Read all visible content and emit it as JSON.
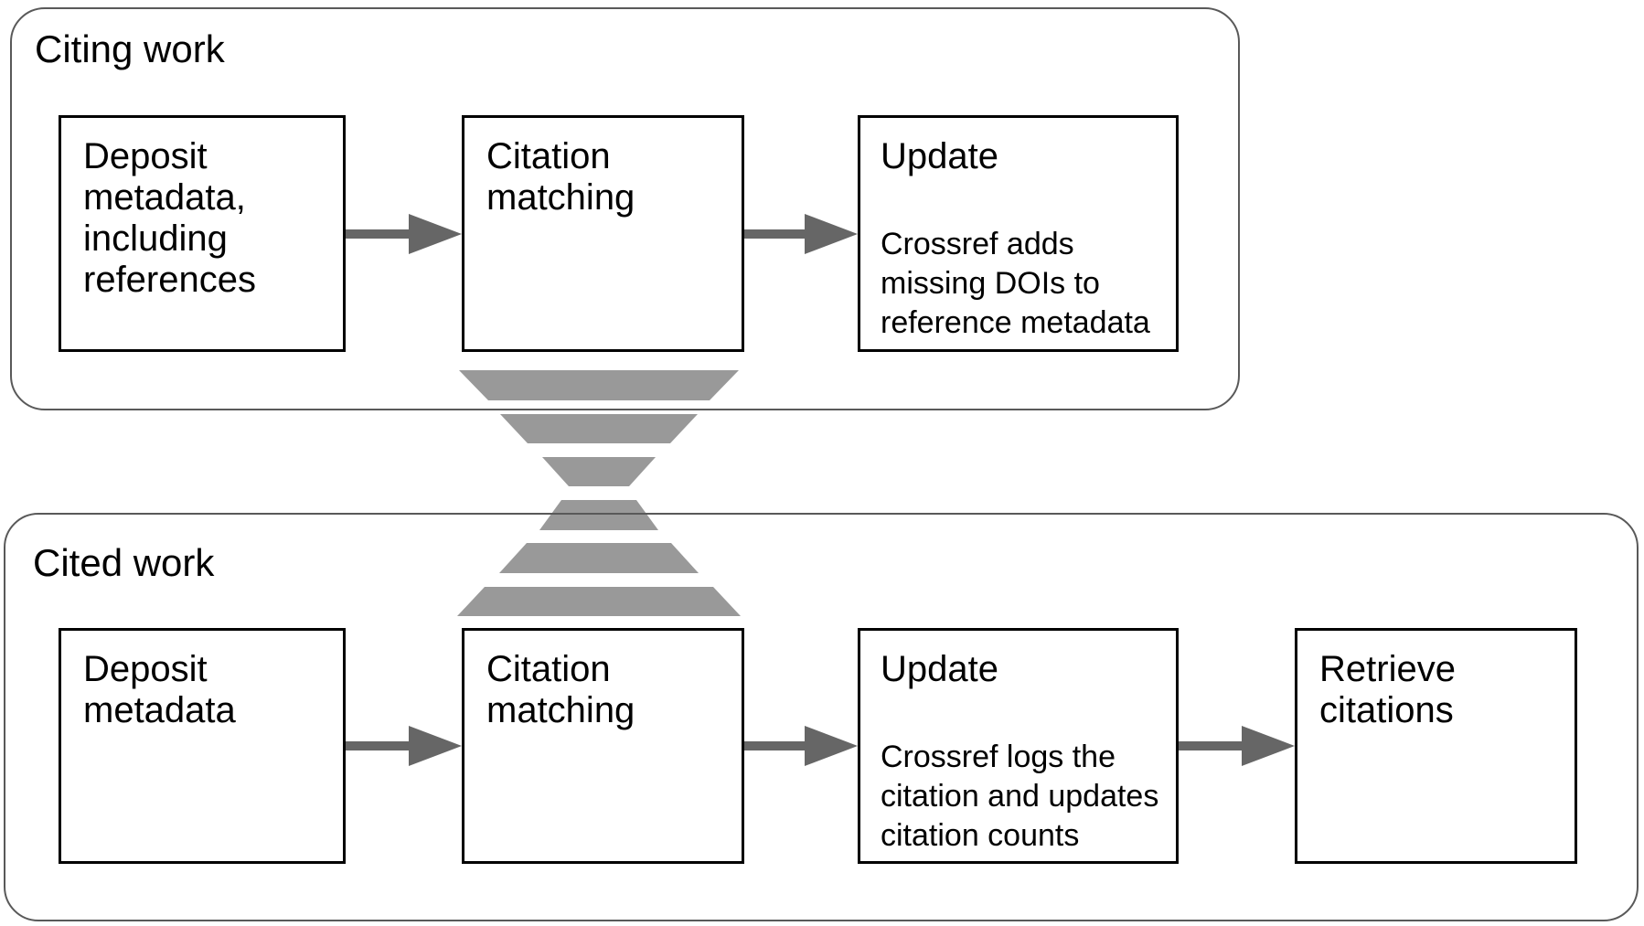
{
  "colors": {
    "background": "#ffffff",
    "box_border": "#000000",
    "container_border": "#595959",
    "stripe": "#999999",
    "arrow": "#666666",
    "text": "#000000"
  },
  "citing_group": {
    "label": "Citing work",
    "deposit_box": "Deposit metadata, including references",
    "matching_box": "Citation matching",
    "update_box_heading": "Update",
    "update_box_body": "Crossref adds missing DOIs to reference metadata"
  },
  "cited_group": {
    "label": "Cited work",
    "deposit_box": "Deposit metadata",
    "matching_box": "Citation matching",
    "update_box_heading": "Update",
    "update_box_body": "Crossref logs the citation and updates citation counts",
    "retrieve_box": "Retrieve citations"
  }
}
